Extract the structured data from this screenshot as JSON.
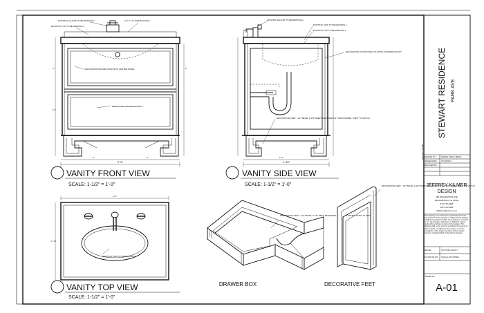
{
  "project": {
    "name": "STEWART RESIDENCE",
    "subtitle": "PARK AVE"
  },
  "views": {
    "front": {
      "title": "VANITY FRONT VIEW",
      "scale": "SCALE: 1-1/2\" = 1'-0\""
    },
    "side": {
      "title": "VANITY SIDE VIEW",
      "scale": "SCALE: 1-1/2\" = 1'-0\""
    },
    "top": {
      "title": "VANITY TOP VIEW",
      "scale": "SCALE: 1-1/2\" = 1'-0\""
    },
    "drawer_box": {
      "title": "DRAWER BOX"
    },
    "feet": {
      "title": "DECORATIVE FEET"
    }
  },
  "notes": {
    "faucet": "EXISTING FAUCET TO BE REINSTALL",
    "top_reinstall": "EXISTING TOP TO BE REINSTALL",
    "wainscoting": "1/2\" X 1/2\" WAINSCOTING",
    "wood_frame": "SOLID WOOD FRAME DOOR WITH CENTER PANEL",
    "removable_panel": "REMOVABLE FRAMELESS BOX",
    "sink_reinstall": "EXISTING SINK TO BE REINSTALL",
    "door_panel": "DECORATIVE DOOR PANEL TO MATCH DRAWER FRONT",
    "feet_side": "DECORATIVE FEET - 1/2\" BEVEL & 1/8\" DEEP RECESSED 1/4\" FROM FRAME. PAINT TO MATCH",
    "feet_iso": "DECORATIVE FEET - 1/2\" BEVEL & 1/8\" DEEP RECESSED 1/4\" FROM FRAME. PAINT TO MATCH",
    "feet_detail": "DECORATIVE FEET - 1/2\" BEVEL & 1/8\" DEEP RECESSED 1/4\" FROM FRAME. PAINT TO MATCH",
    "sink_top": "EXISTING SINK TO BE REINSTALL"
  },
  "dimensions": {
    "front_width": "2'-6\"",
    "side_width": "1'-10\"",
    "top_width": "2'-6\"",
    "top_depth": "1'-10\"",
    "height_a": "6\"",
    "height_b": "1'1\"",
    "height_c": "6\"",
    "seg_a": "2\"",
    "seg_b": "1'-9\"",
    "seg_c": "3\""
  },
  "title_block": {
    "rows": [
      {
        "label": "DRAWN BY:",
        "value": "DANIEL SIPLA MENA"
      },
      {
        "label": "ISSUE DATE:",
        "value": "07/22/2014"
      },
      {
        "label": "REVISED BY:",
        "value": ""
      },
      {
        "label": "",
        "value": ""
      },
      {
        "label": "",
        "value": ""
      }
    ],
    "project_name_label": "PROJECT NAME",
    "firm_name": "JEFFREY KILMER",
    "firm_name2": "DESIGN",
    "firm_address": [
      "466 RIDGEWOOD AVE",
      "MAPLEWOOD, NJ 07040",
      "973-378-8408",
      "201-316-3698",
      "jeffkilmer@verizon.net"
    ],
    "disclaimer": "This drawing is an instrument of professional service and shall remain the property of Jeffrey Kilmer Designs whether the project for which it is prepared is executed or not. No changes, alterations, or additions may be made without written consent of the designer. This drawing shall not be used or reproduced by anyone on other projects, in addition to this project, or for the completion of this project by others without written consent. Copyright 2014 Jeffrey Kilmer Designs.",
    "meta": [
      {
        "label": "ROOM:",
        "value": "CUSTOM VANITY"
      },
      {
        "label": "FLOOR PLAN:",
        "value": "SCALE AS NOTED"
      }
    ],
    "page_label": "PAGE NO.",
    "page_no": "A-01"
  }
}
